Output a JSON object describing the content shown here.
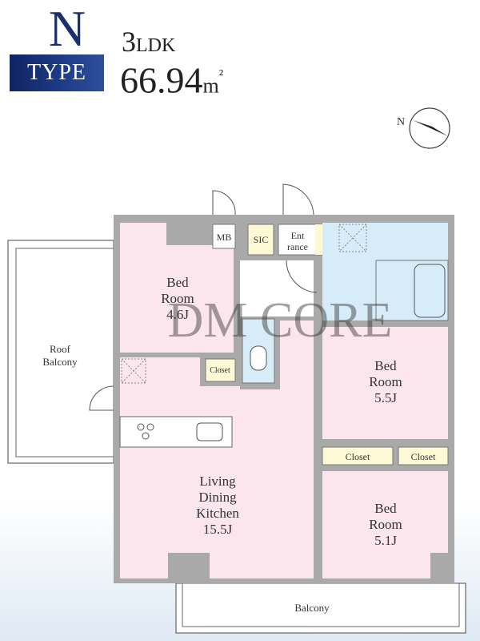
{
  "header": {
    "type_letter": "N",
    "type_label": "TYPE",
    "layout_number": "3",
    "layout_suffix": "LDK",
    "area_value": "66.94",
    "area_unit": "m",
    "area_unit_sup": "²"
  },
  "compass": {
    "label": "N"
  },
  "watermark": "DM CORE",
  "rooms": {
    "bed1": {
      "line1": "Bed",
      "line2": "Room",
      "size": "4.6J"
    },
    "bed2": {
      "line1": "Bed",
      "line2": "Room",
      "size": "5.5J"
    },
    "bed3": {
      "line1": "Bed",
      "line2": "Room",
      "size": "5.1J"
    },
    "ldk": {
      "line1": "Living",
      "line2": "Dining",
      "line3": "Kitchen",
      "size": "15.5J"
    },
    "roof_balcony": {
      "line1": "Roof",
      "line2": "Balcony"
    },
    "balcony": "Balcony",
    "mb": "MB",
    "sic": "SIC",
    "entrance1": "Ent",
    "entrance2": "rance",
    "closet_small": "Closet",
    "closet_a": "Closet",
    "closet_b": "Closet"
  },
  "colors": {
    "navy": "#1b2f6b",
    "room_pink": "#fbe6ee",
    "wet_blue": "#d6ecf8",
    "closet_yellow": "#fdf9d5",
    "wall_gray": "#a9a9a9"
  }
}
